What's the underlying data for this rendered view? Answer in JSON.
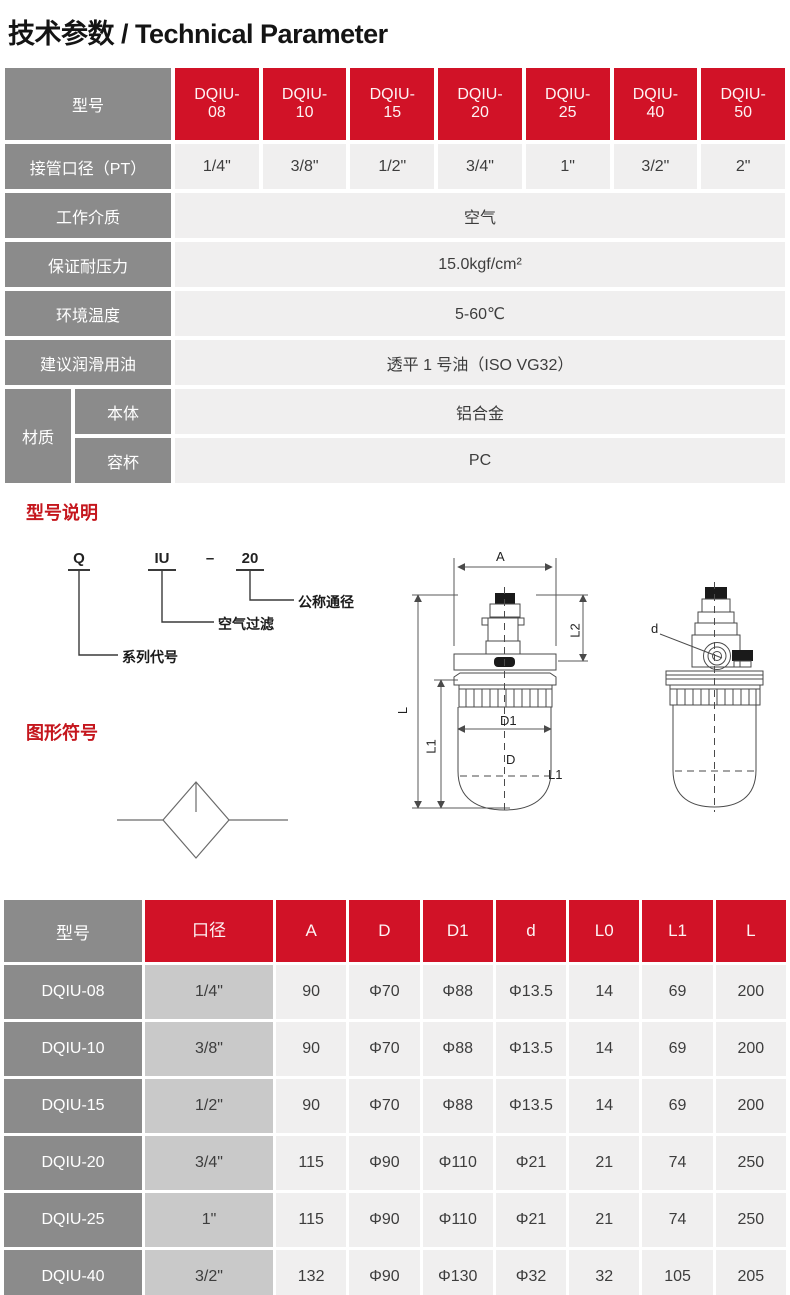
{
  "page": {
    "title": "技术参数 / Technical Parameter"
  },
  "colors": {
    "accent_red": "#d11227",
    "heading_red": "#c5161d",
    "label_gray": "#8b8b8b",
    "cell_light": "#f0efef",
    "bore_gray": "#c9c9c9"
  },
  "spec_table": {
    "model_label": "型号",
    "columns": [
      {
        "l1": "DQIU-",
        "l2": "08"
      },
      {
        "l1": "DQIU-",
        "l2": "10"
      },
      {
        "l1": "DQIU-",
        "l2": "15"
      },
      {
        "l1": "DQIU-",
        "l2": "20"
      },
      {
        "l1": "DQIU-",
        "l2": "25"
      },
      {
        "l1": "DQIU-",
        "l2": "40"
      },
      {
        "l1": "DQIU-",
        "l2": "50"
      }
    ],
    "port": {
      "label": "接管口径（PT）",
      "values": [
        "1/4\"",
        "3/8\"",
        "1/2\"",
        "3/4\"",
        "1\"",
        "3/2\"",
        "2\""
      ]
    },
    "medium": {
      "label": "工作介质",
      "value": "空气"
    },
    "pressure": {
      "label": "保证耐压力",
      "value": "15.0kgf/cm²"
    },
    "temperature": {
      "label": "环境温度",
      "value": "5-60℃"
    },
    "oil": {
      "label": "建议润滑用油",
      "value": "透平 1 号油（ISO VG32）"
    },
    "material": {
      "label": "材质",
      "body": {
        "label": "本体",
        "value": "铝合金"
      },
      "bowl": {
        "label": "容杯",
        "value": "PC"
      }
    }
  },
  "model_code": {
    "heading": "型号说明",
    "parts": {
      "series": "Q",
      "func": "IU",
      "dash": "–",
      "size": "20"
    },
    "labels": {
      "size": "公称通径",
      "func": "空气过滤",
      "series": "系列代号"
    }
  },
  "symbol": {
    "heading": "图形符号"
  },
  "drawing": {
    "labels": {
      "A": "A",
      "L2": "L2",
      "L": "L",
      "L1_left": "L1",
      "D1": "D1",
      "D": "D",
      "L1_right": "L1",
      "d": "d"
    }
  },
  "dim_table": {
    "headers": [
      "型号",
      "口径",
      "A",
      "D",
      "D1",
      "d",
      "L0",
      "L1",
      "L"
    ],
    "rows": [
      {
        "model": "DQIU-08",
        "cells": [
          "1/4\"",
          "90",
          "Φ70",
          "Φ88",
          "Φ13.5",
          "14",
          "69",
          "200"
        ]
      },
      {
        "model": "DQIU-10",
        "cells": [
          "3/8\"",
          "90",
          "Φ70",
          "Φ88",
          "Φ13.5",
          "14",
          "69",
          "200"
        ]
      },
      {
        "model": "DQIU-15",
        "cells": [
          "1/2\"",
          "90",
          "Φ70",
          "Φ88",
          "Φ13.5",
          "14",
          "69",
          "200"
        ]
      },
      {
        "model": "DQIU-20",
        "cells": [
          "3/4\"",
          "115",
          "Φ90",
          "Φ110",
          "Φ21",
          "21",
          "74",
          "250"
        ]
      },
      {
        "model": "DQIU-25",
        "cells": [
          "1\"",
          "115",
          "Φ90",
          "Φ110",
          "Φ21",
          "21",
          "74",
          "250"
        ]
      },
      {
        "model": "DQIU-40",
        "cells": [
          "3/2\"",
          "132",
          "Φ90",
          "Φ130",
          "Φ32",
          "32",
          "105",
          "205"
        ]
      }
    ]
  }
}
